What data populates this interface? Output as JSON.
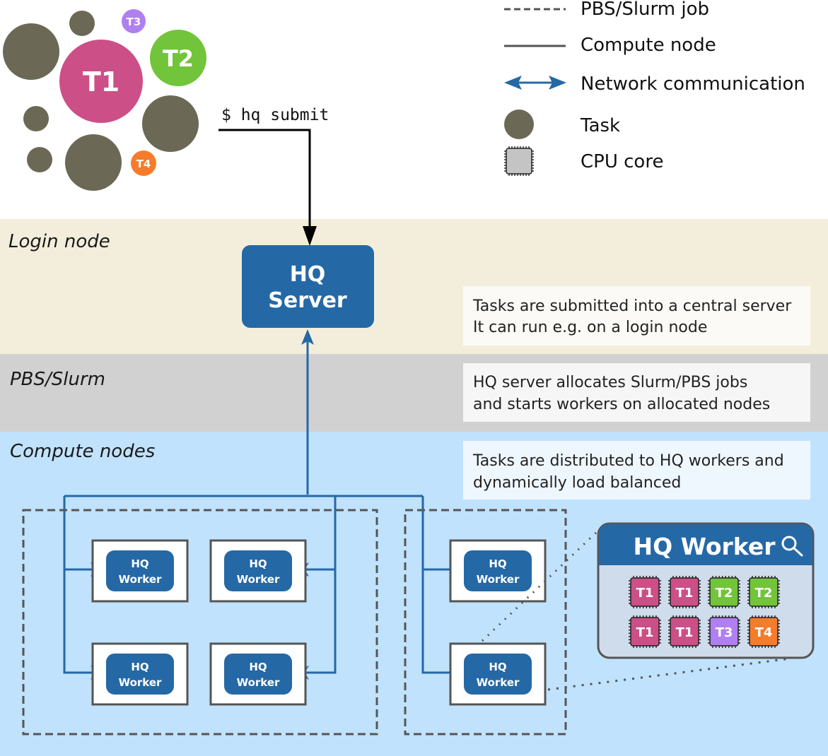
{
  "colors": {
    "task_gray": "#6b6855",
    "t1": "#cc4f87",
    "t2": "#72c43a",
    "t3": "#b07ff0",
    "t4": "#f57c2a",
    "hq_blue": "#2568a6",
    "login_band": "#f3eedc",
    "pbs_band": "#d1d1d1",
    "compute_band": "#c0e2fd",
    "border_gray": "#555555",
    "worker_panel_body": "#cfdceb",
    "cpu_gray": "#c4c4c4"
  },
  "tasks_cluster": {
    "labels": {
      "t1": "T1",
      "t2": "T2",
      "t3": "T3",
      "t4": "T4"
    }
  },
  "command": "$ hq submit",
  "legend": {
    "items": [
      {
        "key": "pbs-slurm-job",
        "label": "PBS/Slurm job"
      },
      {
        "key": "compute-node",
        "label": "Compute node"
      },
      {
        "key": "network-communication",
        "label": "Network communication"
      },
      {
        "key": "task",
        "label": "Task"
      },
      {
        "key": "cpu-core",
        "label": "CPU core"
      }
    ]
  },
  "bands": {
    "login": {
      "label": "Login node",
      "note_lines": [
        "Tasks are submitted into a central server",
        "It can run e.g. on a login node"
      ]
    },
    "pbs": {
      "label": "PBS/Slurm",
      "note_lines": [
        "HQ server allocates Slurm/PBS jobs",
        "and starts workers on allocated nodes"
      ]
    },
    "compute": {
      "label": "Compute nodes",
      "note_lines": [
        "Tasks are distributed to HQ workers and",
        "dynamically load balanced"
      ]
    }
  },
  "server": {
    "line1": "HQ",
    "line2": "Server"
  },
  "worker": {
    "line1": "HQ",
    "line2": "Worker"
  },
  "worker_detail": {
    "title": "HQ Worker",
    "cores": [
      [
        "T1",
        "T1",
        "T2",
        "T2"
      ],
      [
        "T1",
        "T1",
        "T3",
        "T4"
      ]
    ]
  }
}
